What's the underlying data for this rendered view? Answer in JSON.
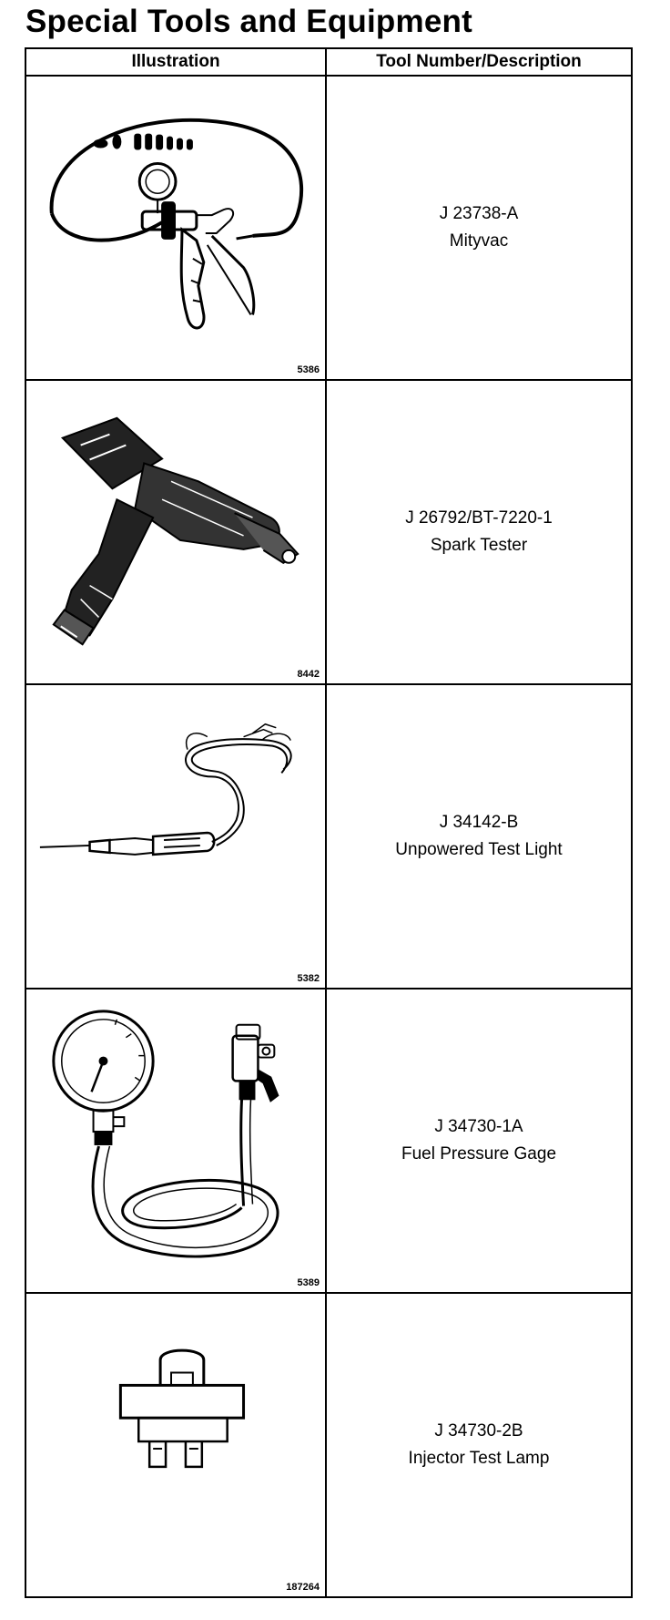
{
  "title": "Special Tools and Equipment",
  "table": {
    "headers": [
      "Illustration",
      "Tool Number/Description"
    ],
    "rows": [
      {
        "figure": "5386",
        "number": "J 23738-A",
        "description": "Mityvac",
        "icon": "vacuum-pump-illustration"
      },
      {
        "figure": "8442",
        "number": "J 26792/BT-7220-1",
        "description": "Spark Tester",
        "icon": "spark-tester-illustration"
      },
      {
        "figure": "5382",
        "number": "J 34142-B",
        "description": "Unpowered Test Light",
        "icon": "test-light-illustration"
      },
      {
        "figure": "5389",
        "number": "J 34730-1A",
        "description": "Fuel Pressure Gage",
        "icon": "pressure-gauge-illustration"
      },
      {
        "figure": "187264",
        "number": "J 34730-2B",
        "description": "Injector Test Lamp",
        "icon": "test-lamp-illustration"
      }
    ]
  }
}
